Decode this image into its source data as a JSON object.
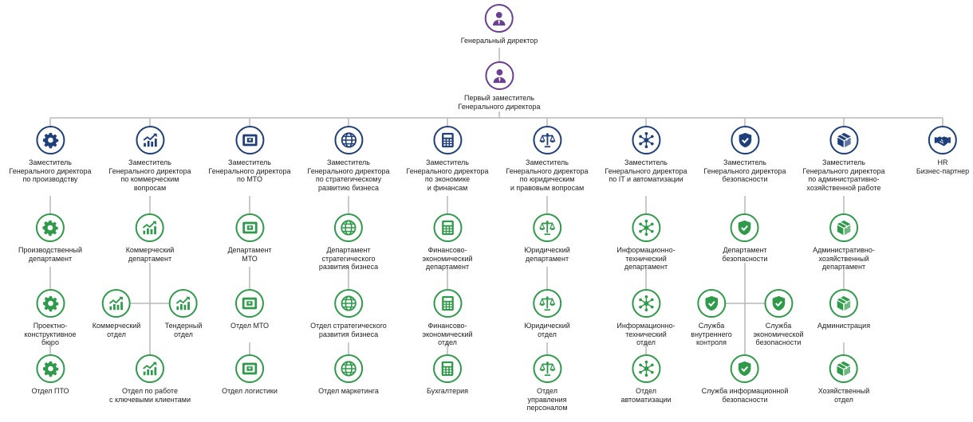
{
  "colors": {
    "executive": "#6b3f91",
    "deputy": "#1f3f7a",
    "unit": "#2f9a4a",
    "line": "#b8b8b8"
  },
  "ceo": {
    "label": "Генеральный директор",
    "icon": "person-icon"
  },
  "first_deputy": {
    "label": "Первый заместитель\nГенерального директора",
    "icon": "person-icon"
  },
  "columns": [
    {
      "deputy": {
        "label": "Заместитель\nГенерального директора\nпо производству",
        "icon": "gear-icon"
      },
      "units": [
        {
          "label": "Производственный\nдепартамент"
        },
        {
          "label": "Проектно-\nконструктивное\nбюро"
        },
        {
          "label": "Отдел ПТО"
        }
      ]
    },
    {
      "deputy": {
        "label": "Заместитель\nГенерального директора\nпо коммерческим\nвопросам",
        "icon": "chart-icon"
      },
      "units": [
        {
          "label": "Коммерческий\nдепартамент"
        },
        {
          "label": "Коммерческий\nотдел"
        },
        {
          "label": "Тендерный\nотдел"
        },
        {
          "label": "Отдел по работе\nс ключевыми клиентами"
        }
      ]
    },
    {
      "deputy": {
        "label": "Заместитель\nГенерального директора\nпо МТО",
        "icon": "box-icon"
      },
      "units": [
        {
          "label": "Департамент\nМТО"
        },
        {
          "label": "Отдел МТО"
        },
        {
          "label": "Отдел логистики"
        }
      ]
    },
    {
      "deputy": {
        "label": "Заместитель\nГенерального директора\nпо стратегическому\nразвитию бизнеса",
        "icon": "globe-icon"
      },
      "units": [
        {
          "label": "Департамент\nстратегического\nразвития бизнеса"
        },
        {
          "label": "Отдел стратегического\nразвития бизнеса"
        },
        {
          "label": "Отдел маркетинга"
        }
      ]
    },
    {
      "deputy": {
        "label": "Заместитель\nГенерального директора\nпо экономике\nи финансам",
        "icon": "calculator-icon"
      },
      "units": [
        {
          "label": "Финансово-\nэкономический\nдепартамент"
        },
        {
          "label": "Финансово-\nэкономический\nотдел"
        },
        {
          "label": "Бухгалтерия"
        }
      ]
    },
    {
      "deputy": {
        "label": "Заместитель\nГенерального директора\nпо юридическим\nи правовым вопросам",
        "icon": "scales-icon"
      },
      "units": [
        {
          "label": "Юридический\nдепартамент"
        },
        {
          "label": "Юридический\nотдел"
        },
        {
          "label": "Отдел\nуправления\nперсоналом"
        }
      ]
    },
    {
      "deputy": {
        "label": "Заместитель\nГенерального директора\nпо IT и автоматизации",
        "icon": "network-icon"
      },
      "units": [
        {
          "label": "Информационно-\nтехнический\nдепартамент"
        },
        {
          "label": "Информационно-\nтехнический\nотдел"
        },
        {
          "label": "Отдел\nавтоматизации"
        }
      ]
    },
    {
      "deputy": {
        "label": "Заместитель\nГенерального директора\nбезопасности",
        "icon": "shield-icon"
      },
      "units": [
        {
          "label": "Департамент\nбезопасности"
        },
        {
          "label": "Служба\nвнутреннего\nконтроля"
        },
        {
          "label": "Служба\nэкономической\nбезопасности"
        },
        {
          "label": "Служба информационной\nбезопасности"
        }
      ]
    },
    {
      "deputy": {
        "label": "Заместитель\nГенерального директора\nпо административно-\nхозяйственной работе",
        "icon": "cube-icon"
      },
      "units": [
        {
          "label": "Административно-\nхозяйственный\nдепартамент"
        },
        {
          "label": "Администрация"
        },
        {
          "label": "Хозяйственный\nотдел"
        }
      ]
    },
    {
      "deputy": {
        "label": "HR\nБизнес-партнер",
        "icon": "handshake-icon"
      },
      "units": []
    }
  ]
}
